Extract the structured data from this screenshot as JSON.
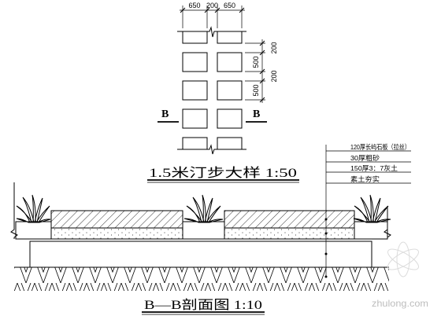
{
  "plan": {
    "dimensions_top": [
      "650",
      "200",
      "650"
    ],
    "dimensions_right": {
      "stone": [
        "500",
        "500"
      ],
      "gap": [
        "200",
        "200"
      ]
    },
    "section_mark": {
      "left": "B",
      "right": "B"
    },
    "title": "1.5米汀步大样 1:50"
  },
  "section": {
    "layers": [
      "120厚长屿石板（拉丝）",
      "30厚粗砂",
      "150厚3：7灰土",
      "素土夯实"
    ],
    "title": "B—B剖面图 1:10"
  },
  "watermark": "zhulong.com"
}
